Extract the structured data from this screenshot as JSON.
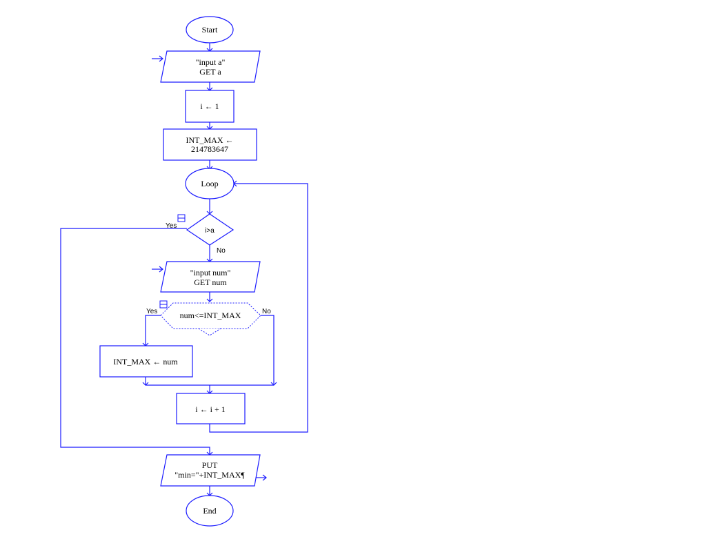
{
  "colors": {
    "stroke": "#1a1aff",
    "background": "#ffffff",
    "text": "#000000"
  },
  "nodes": {
    "start": "Start",
    "input_a": [
      "\"input a\"",
      "GET a"
    ],
    "assign_i": "i ← 1",
    "assign_max": [
      "INT_MAX ←",
      "214783647"
    ],
    "loop": "Loop",
    "decision_i": "i>a",
    "input_num": [
      "\"input num\"",
      "GET num"
    ],
    "decision_num": "num<=INT_MAX",
    "assign_max_num": "INT_MAX ← num",
    "increment_i": "i ← i + 1",
    "output": [
      "PUT",
      "\"min=\"+INT_MAX¶"
    ],
    "end": "End"
  },
  "labels": {
    "yes": "Yes",
    "no": "No"
  },
  "icons": [
    "collapse-icon",
    "collapse-icon"
  ]
}
